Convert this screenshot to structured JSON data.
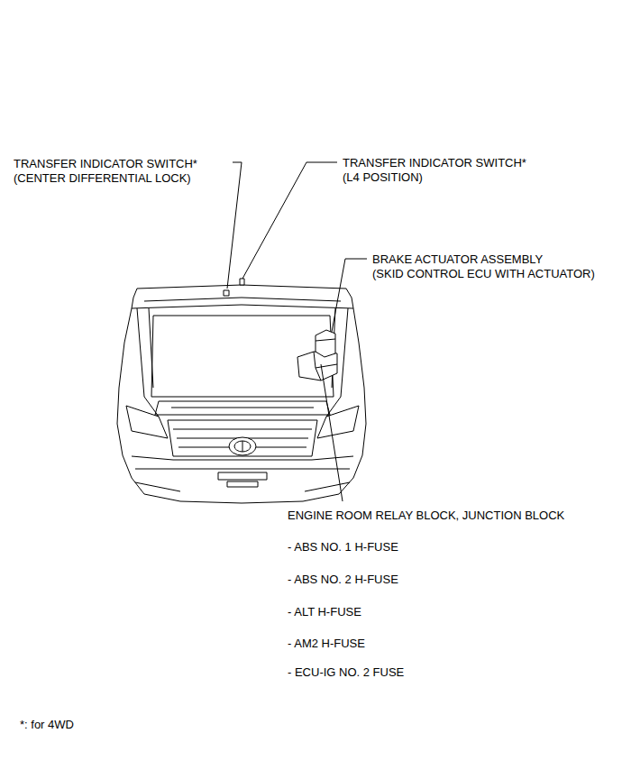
{
  "diagram": {
    "labels": [
      "TRANSFER INDICATOR SWITCH*",
      "(CENTER DIFFERENTIAL LOCK)",
      "TRANSFER INDICATOR SWITCH*",
      "(L4 POSITION)",
      "BRAKE ACTUATOR ASSEMBLY",
      "(SKID CONTROL ECU WITH ACTUATOR)",
      "ENGINE ROOM RELAY BLOCK, JUNCTION BLOCK",
      "- ABS NO. 1 H-FUSE",
      "- ABS NO. 2 H-FUSE",
      "- ALT H-FUSE",
      "- AM2 H-FUSE",
      "- ECU-IG NO. 2 FUSE",
      "*: for 4WD"
    ]
  }
}
